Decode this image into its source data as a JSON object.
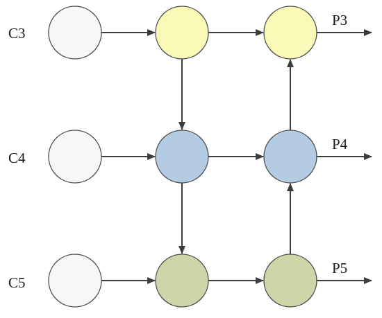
{
  "colors": {
    "white": "#f7f7f7",
    "yellow": "#fbf9b8",
    "blue": "#b3cbe3",
    "green": "#ccd6a9",
    "arrow": "#3d3d3d"
  },
  "labels": {
    "c3": "C3",
    "c4": "C4",
    "c5": "C5",
    "p3": "P3",
    "p4": "P4",
    "p5": "P5"
  },
  "nodes": [
    {
      "id": "c3-input",
      "color": "white"
    },
    {
      "id": "c3-mid",
      "color": "yellow"
    },
    {
      "id": "p3-node",
      "color": "yellow"
    },
    {
      "id": "c4-input",
      "color": "white"
    },
    {
      "id": "c4-mid",
      "color": "blue"
    },
    {
      "id": "p4-node",
      "color": "blue"
    },
    {
      "id": "c5-input",
      "color": "white"
    },
    {
      "id": "c5-mid",
      "color": "green"
    },
    {
      "id": "p5-node",
      "color": "green"
    }
  ],
  "edges": [
    {
      "from": "c3-input",
      "to": "c3-mid"
    },
    {
      "from": "c3-mid",
      "to": "p3-node"
    },
    {
      "from": "c3-mid",
      "to": "c4-mid"
    },
    {
      "from": "c4-input",
      "to": "c4-mid"
    },
    {
      "from": "c4-mid",
      "to": "p4-node"
    },
    {
      "from": "c4-mid",
      "to": "c5-mid"
    },
    {
      "from": "c5-input",
      "to": "c5-mid"
    },
    {
      "from": "c5-mid",
      "to": "p5-node"
    },
    {
      "from": "p5-node",
      "to": "p4-node"
    },
    {
      "from": "p4-node",
      "to": "p3-node"
    },
    {
      "from": "p3-node",
      "to": "p3-output"
    },
    {
      "from": "p4-node",
      "to": "p4-output"
    },
    {
      "from": "p5-node",
      "to": "p5-output"
    }
  ]
}
